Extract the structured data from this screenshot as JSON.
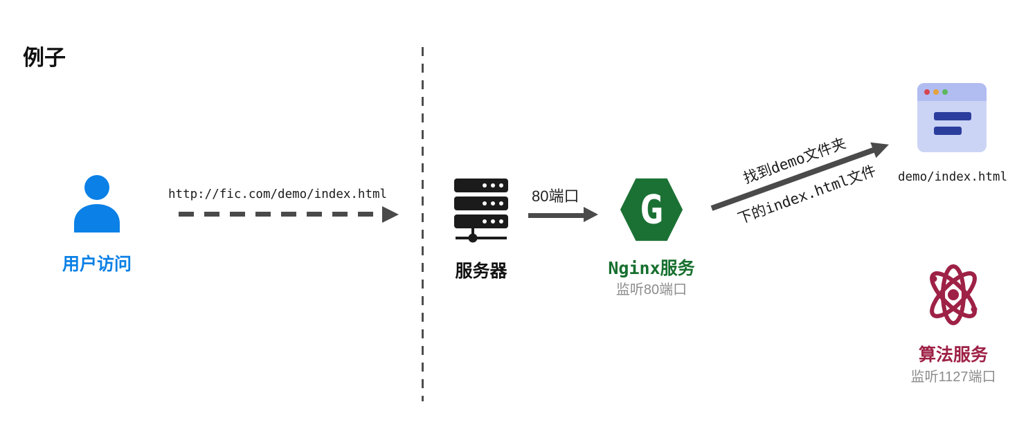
{
  "title": "例子",
  "user": {
    "label": "用户访问"
  },
  "request": {
    "url": "http://fic.com/demo/index.html"
  },
  "server": {
    "label": "服务器"
  },
  "port_arrow": {
    "label": "80端口"
  },
  "nginx": {
    "label": "Nginx服务",
    "sublabel": "监听80端口",
    "letter": "G"
  },
  "route": {
    "line1": "找到demo文件夹",
    "line2": "下的index.html文件"
  },
  "browser": {
    "label": "demo/index.html"
  },
  "algorithm": {
    "label": "算法服务",
    "sublabel": "监听1127端口"
  },
  "icons": {
    "user": "user-icon",
    "server": "server-rack-icon",
    "nginx": "nginx-hexagon-icon",
    "browser": "browser-window-icon",
    "algorithm": "atom-icon"
  },
  "colors": {
    "user_blue": "#0b80e6",
    "nginx_green": "#1b7134",
    "algorithm_red": "#9e2146",
    "arrow_gray": "#4a4a4a",
    "text_dark": "#1a1a1a",
    "muted_gray": "#8c8c8c"
  }
}
